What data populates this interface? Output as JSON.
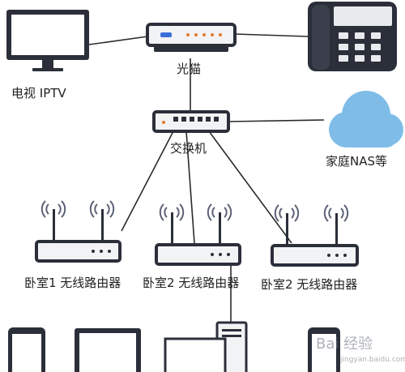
{
  "nodes": {
    "tv": {
      "label": "电视 IPTV",
      "icon": "tv-icon"
    },
    "modem": {
      "label": "光猫",
      "icon": "modem-icon"
    },
    "phone": {
      "icon": "desk-phone-icon"
    },
    "switch": {
      "label": "交换机",
      "icon": "switch-icon"
    },
    "nas": {
      "label": "家庭NAS等",
      "icon": "cloud-icon"
    },
    "routers": [
      {
        "label": "卧室1 无线路由器",
        "icon": "wifi-router-icon"
      },
      {
        "label": "卧室2 无线路由器",
        "icon": "wifi-router-icon"
      },
      {
        "label": "卧室2 无线路由器",
        "icon": "wifi-router-icon"
      }
    ],
    "bottom_devices": [
      {
        "icon": "smartphone-icon"
      },
      {
        "icon": "laptop-icon"
      },
      {
        "icon": "desktop-pc-icon"
      },
      {
        "icon": "smartphone-icon"
      }
    ]
  },
  "watermark": {
    "text": "Bai 经验",
    "sub": "jingyan.baidu.com"
  },
  "colors": {
    "device_body": "#f2f3f5",
    "device_outline": "#2b2f3a",
    "line": "#2a2a2a",
    "cloud": "#7fbde8",
    "wifi": "#5b6275"
  }
}
